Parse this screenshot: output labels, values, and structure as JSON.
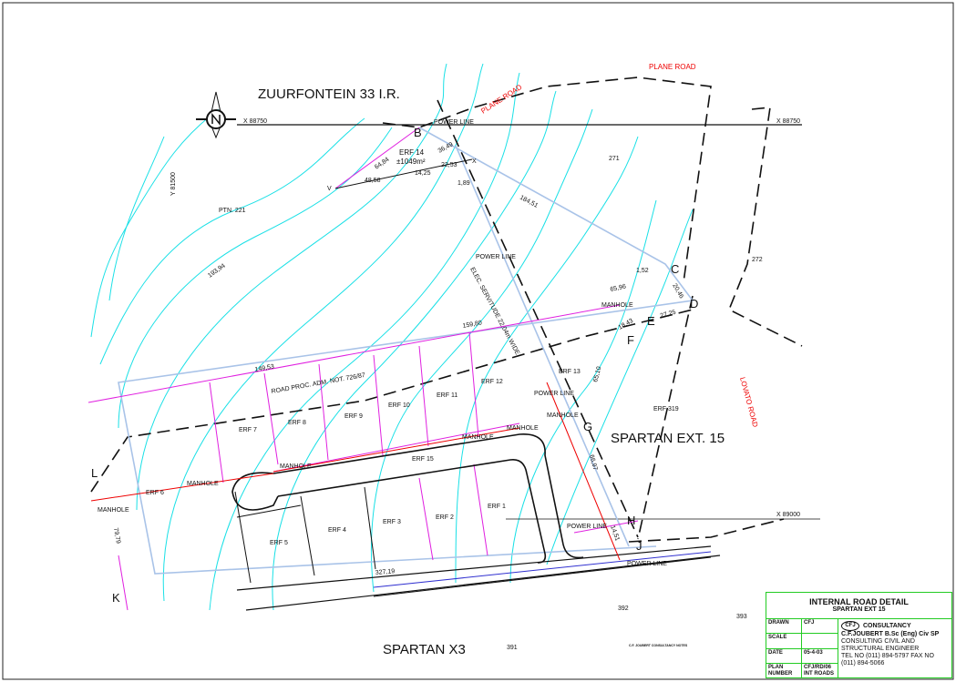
{
  "title": "ZUURFONTEIN 33 I.R.",
  "roads": {
    "plane_road_1": "PLANE ROAD",
    "plane_road_2": "PLANE ROAD",
    "lovato_road": "LOVATO ROAD"
  },
  "coords": {
    "x1": "X 88750",
    "x2": "X 88750",
    "y1": "Y 81500",
    "x3": "X 89000"
  },
  "points": {
    "B": "B",
    "C": "C",
    "D": "D",
    "E": "E",
    "F": "F",
    "G": "G",
    "H": "H",
    "J": "J",
    "K": "K",
    "L": "L",
    "V": "V",
    "X": "X"
  },
  "erf14": {
    "name": "ERF 14",
    "area": "±1049m²"
  },
  "dims": {
    "d1": "36,49",
    "d2": "64,84",
    "d3": "22,53",
    "d4": "14,25",
    "d5": "48,58",
    "d6": "1,89",
    "d7": "184,51",
    "d8": "193,94",
    "d9": "1,52",
    "d10": "20,46",
    "d11": "27,25",
    "d12": "18,43",
    "d13": "65,96",
    "d14": "65,10",
    "d15": "66,97",
    "d16": "14,51",
    "d17": "159,80",
    "d18": "149,53",
    "d19": "327,19",
    "d20": "79,79"
  },
  "parcels": {
    "p271": "271",
    "p272": "272",
    "ptn221": "PTN. 221",
    "erf319": "ERF 319",
    "p392": "392",
    "p393": "393",
    "p391": "391",
    "erfs": [
      "ERF 1",
      "ERF 2",
      "ERF 3",
      "ERF 4",
      "ERF 5",
      "ERF 6",
      "ERF 7",
      "ERF 8",
      "ERF 9",
      "ERF 10",
      "ERF 11",
      "ERF 12",
      "ERF 13",
      "ERF 15"
    ]
  },
  "annotations": {
    "power_line": "POWER LINE",
    "manhole": "MANHOLE",
    "servitude": "ELEC. SERVITUDE 22,04m WIDE",
    "road_proc": "ROAD PROC. ADM. NOT. 726/87",
    "spartan_ext15": "SPARTAN EXT. 15",
    "spartan_x3": "SPARTAN X3"
  },
  "title_block": {
    "title": "INTERNAL ROAD DETAIL",
    "subtitle": "SPARTAN EXT 15",
    "rows": [
      {
        "label": "DRAWN",
        "value": "CFJ"
      },
      {
        "label": "SCALE",
        "value": ""
      },
      {
        "label": "DATE",
        "value": "05-4-03"
      },
      {
        "label": "PLAN NUMBER",
        "value": "CFJ/RD/06 INT ROADS"
      }
    ],
    "consultancy": "CONSULTANCY",
    "company": "C.F.JOUBERT B.Sc (Eng) Civ SP",
    "desc": "CONSULTING CIVIL AND STRUCTURAL ENGINEER",
    "tel": "TEL NO (011) 894-5797   FAX NO (011) 894-5066"
  },
  "notes": "C.F. JOUBERT CONSULTANCY NOTES"
}
